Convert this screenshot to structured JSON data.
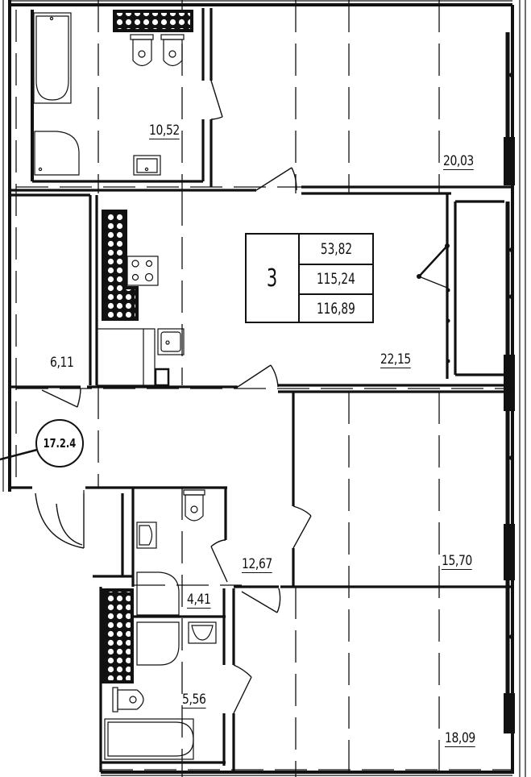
{
  "plan": {
    "rooms_count": "3",
    "areas": {
      "living_area": "53,82",
      "total_area": "115,24",
      "total_area_with_balcony": "116,89"
    },
    "apartment_tag": "17.2.4"
  },
  "rooms": [
    {
      "id": "bathroom-1",
      "type": "bathroom",
      "area": "10,52"
    },
    {
      "id": "bedroom-top",
      "type": "room",
      "area": "20,03"
    },
    {
      "id": "storage",
      "type": "storage",
      "area": "6,11"
    },
    {
      "id": "kitchen-living",
      "type": "kitchen",
      "area": "22,15"
    },
    {
      "id": "hallway",
      "type": "hall",
      "area": "12,67"
    },
    {
      "id": "bedroom-middle",
      "type": "room",
      "area": "15,70"
    },
    {
      "id": "wc",
      "type": "wc",
      "area": "4,41"
    },
    {
      "id": "bathroom-2",
      "type": "bathroom",
      "area": "5,56"
    },
    {
      "id": "bedroom-bottom",
      "type": "room",
      "area": "18,09"
    }
  ],
  "colors": {
    "line": "#111111",
    "background": "#ffffff"
  }
}
